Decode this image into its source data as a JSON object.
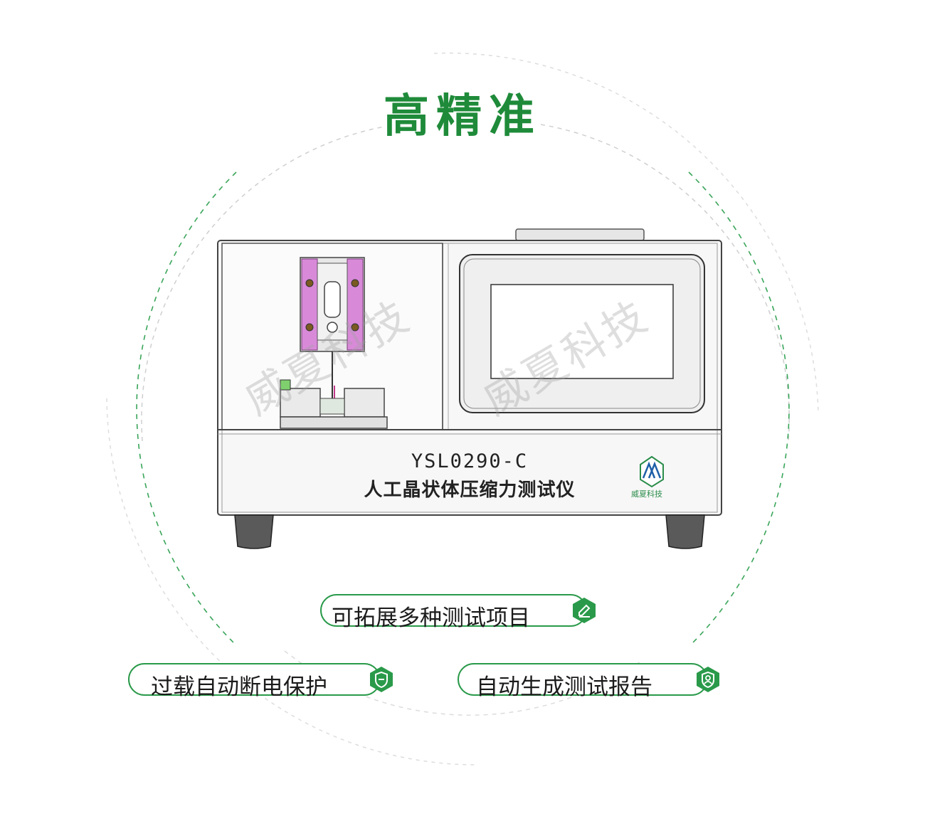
{
  "headline": "高精准",
  "device": {
    "model": "YSL0290-C",
    "name": "人工晶状体压缩力测试仪",
    "brand_label": "威夏科技"
  },
  "watermark": "威夏科技",
  "features": [
    {
      "label": "可拓展多种测试项目",
      "icon": "edit-icon"
    },
    {
      "label": "过载自动断电保护",
      "icon": "shield-icon"
    },
    {
      "label": "自动生成测试报告",
      "icon": "user-shield-icon"
    }
  ],
  "colors": {
    "accent": "#1f8b3a",
    "badge": "#2a9a4a",
    "ring_gray": "#c8c8c8",
    "ring_green": "#3aa55a"
  }
}
